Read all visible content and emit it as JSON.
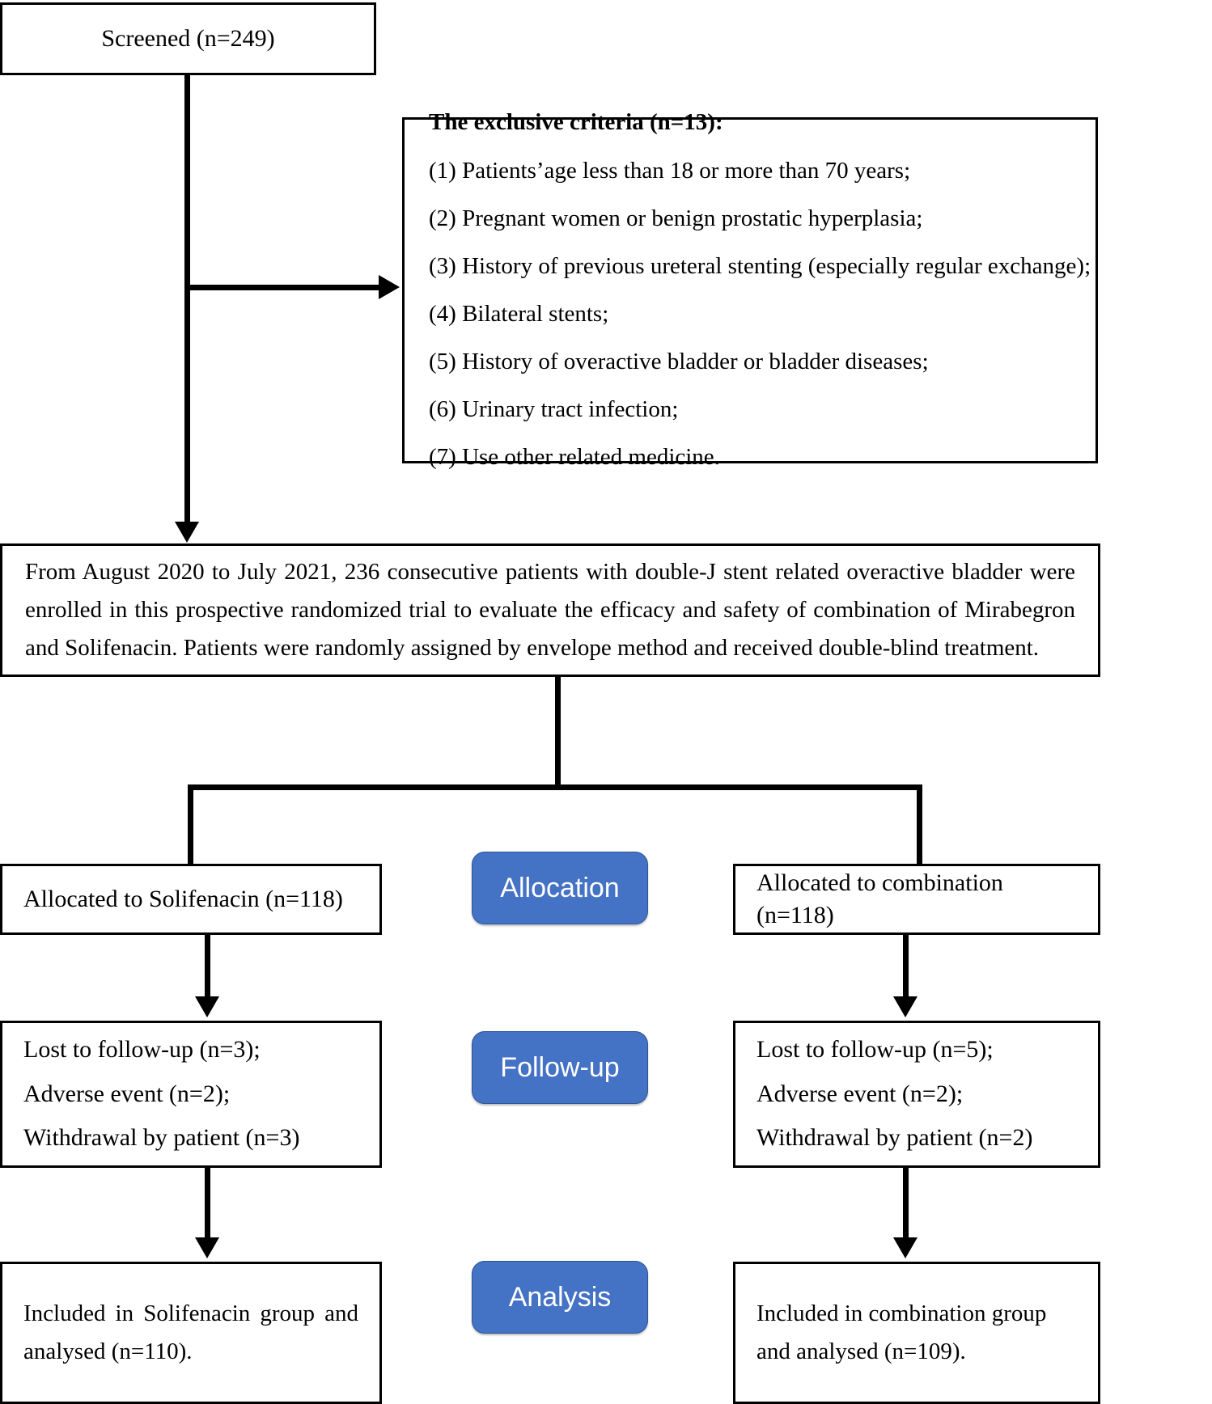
{
  "diagram": {
    "title": "CONSORT patient flow diagram",
    "accent_color": "#4472C4",
    "line_color": "#000000",
    "background_color": "#FFFFFF"
  },
  "screened": {
    "label": "Screened (n=249)"
  },
  "exclusion": {
    "title": "The exclusive criteria (n=13):",
    "items": [
      "(1) Patients’age less than 18 or more than 70 years;",
      "(2) Pregnant women or benign prostatic hyperplasia;",
      "(3) History of previous ureteral stenting (especially regular exchange);",
      "(4) Bilateral stents;",
      "(5) History of overactive bladder or bladder diseases;",
      "(6) Urinary tract infection;",
      "(7) Use other related medicine."
    ]
  },
  "enrollment": {
    "text": "From August 2020 to July 2021, 236 consecutive patients with double-J stent related overactive bladder were enrolled in this prospective randomized trial to evaluate the efficacy and safety of combination of Mirabegron and Solifenacin. Patients were randomly assigned by envelope method and received double-blind treatment."
  },
  "stages": {
    "allocation": "Allocation",
    "followup": "Follow-up",
    "analysis": "Analysis"
  },
  "left_arm": {
    "allocated": "Allocated to Solifenacin (n=118)",
    "followup_lines": [
      "Lost to follow-up (n=3);",
      "Adverse event (n=2);",
      "Withdrawal by patient (n=3)"
    ],
    "analysis": "Included in Solifenacin group and analysed (n=110)."
  },
  "right_arm": {
    "allocated": "Allocated to combination (n=118)",
    "followup_lines": [
      "Lost to follow-up (n=5);",
      "Adverse event (n=2);",
      "Withdrawal by patient (n=2)"
    ],
    "analysis": "Included in combination group and analysed (n=109)."
  }
}
